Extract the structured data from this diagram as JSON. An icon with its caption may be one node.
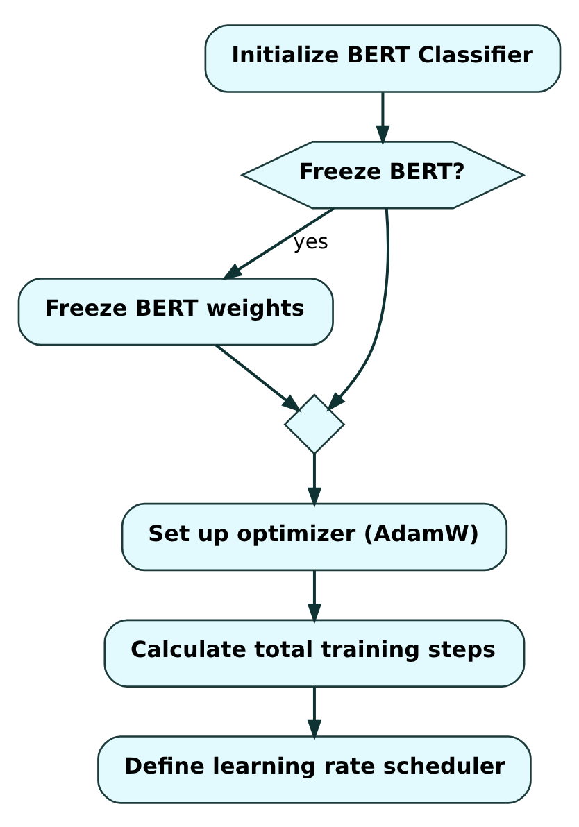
{
  "diagram": {
    "nodes": [
      {
        "text": [
          "Initialize BERT Classifier"
        ]
      },
      {
        "text": [
          "Freeze BERT?"
        ]
      },
      {
        "text": [
          "Freeze BERT weights"
        ]
      },
      {
        "text": [],
        "shape": "diamond"
      },
      {
        "text": [
          "Set up optimizer (AdamW)"
        ]
      },
      {
        "text": [
          "Calculate total training steps"
        ]
      },
      {
        "text": [
          "Define learning rate scheduler"
        ]
      }
    ],
    "edges": [
      {
        "from": 0,
        "to": 1,
        "arrow": "to"
      },
      {
        "from": 1,
        "to": 2,
        "arrow": "to",
        "label": "yes"
      },
      {
        "from": 2,
        "to": 3,
        "arrow": "to"
      },
      {
        "from": 1,
        "to": 3,
        "arrow": "to"
      },
      {
        "from": 3,
        "to": 4,
        "arrow": "to"
      },
      {
        "from": 4,
        "to": 5,
        "arrow": "to"
      },
      {
        "from": 5,
        "to": 6,
        "arrow": "to"
      }
    ]
  }
}
